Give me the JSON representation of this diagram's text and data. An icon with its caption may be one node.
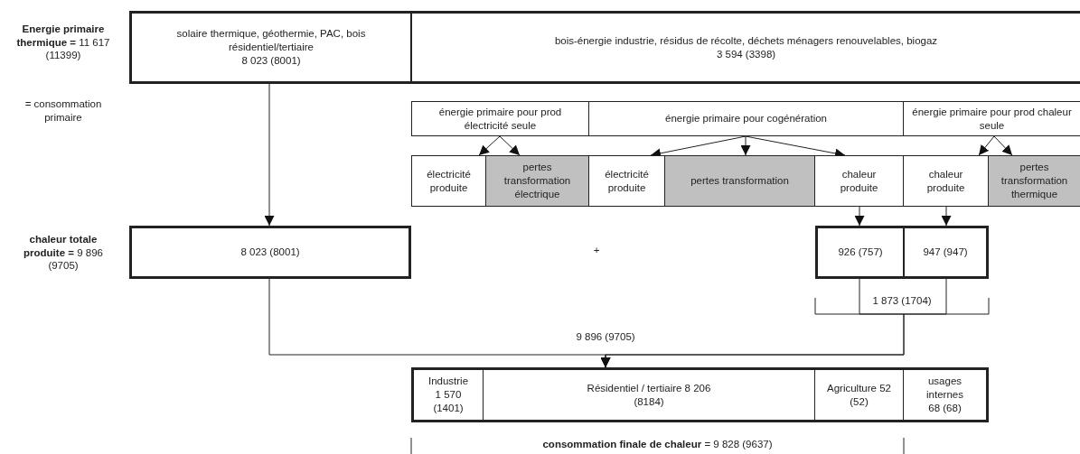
{
  "diagram": {
    "nodes": [
      {
        "text": [
          "solaire thermique, géothermie, PAC, bois résidentiel/tertiaire",
          "8 023 (8001)"
        ]
      },
      {
        "text": [
          "bois-énergie industrie, résidus de récolte, déchets ménagers renouvelables, biogaz",
          "3 594 (3398)"
        ]
      },
      {
        "text": [
          "énergie primaire pour prod électricité seule"
        ]
      },
      {
        "text": [
          "énergie primaire pour cogénération"
        ]
      },
      {
        "text": [
          "énergie primaire pour prod chaleur seule"
        ]
      },
      {
        "text": [
          "électricité produite"
        ]
      },
      {
        "text": [
          "pertes transformation électrique"
        ]
      },
      {
        "text": [
          "électricité produite"
        ]
      },
      {
        "text": [
          "pertes transformation"
        ]
      },
      {
        "text": [
          "chaleur produite"
        ]
      },
      {
        "text": [
          "chaleur produite"
        ]
      },
      {
        "text": [
          "pertes transformation thermique"
        ]
      },
      {
        "text": [
          "8 023 (8001)"
        ]
      },
      {
        "text": [
          "926 (757)"
        ]
      },
      {
        "text": [
          "947 (947)"
        ]
      },
      {
        "text": [
          "Industrie 1 570 (1401)"
        ]
      },
      {
        "text": [
          "Résidentiel / tertiaire 8 206 (8184)"
        ]
      },
      {
        "text": [
          "Agriculture 52 (52)"
        ]
      },
      {
        "text": [
          "usages internes 68 (68)"
        ]
      }
    ],
    "edges": [
      {
        "from": 0,
        "to": 12,
        "arrow": "to"
      },
      {
        "from": 2,
        "to": 5,
        "arrow": "to"
      },
      {
        "from": 2,
        "to": 6,
        "arrow": "to"
      },
      {
        "from": 3,
        "to": 7,
        "arrow": "to"
      },
      {
        "from": 3,
        "to": 8,
        "arrow": "to"
      },
      {
        "from": 3,
        "to": 9,
        "arrow": "to"
      },
      {
        "from": 4,
        "to": 10,
        "arrow": "to"
      },
      {
        "from": 4,
        "to": 11,
        "arrow": "to"
      },
      {
        "from": 9,
        "to": 13,
        "arrow": "to"
      },
      {
        "from": 10,
        "to": 14,
        "arrow": "to"
      },
      {
        "from": 12,
        "to": 16,
        "arrow": "to"
      },
      {
        "from": 13,
        "to": 16,
        "arrow": "to"
      },
      {
        "from": 14,
        "to": 16,
        "arrow": "to"
      }
    ],
    "labels": [
      "**Energie primaire thermique =** 11 617 (11399)",
      "= consommation primaire",
      "**chaleur totale produite =** 9 896 (9705)",
      "+",
      "1 873 (1704)",
      "9 896 (9705)",
      "**consommation finale de chaleur** = 9 828 (9637)"
    ]
  }
}
